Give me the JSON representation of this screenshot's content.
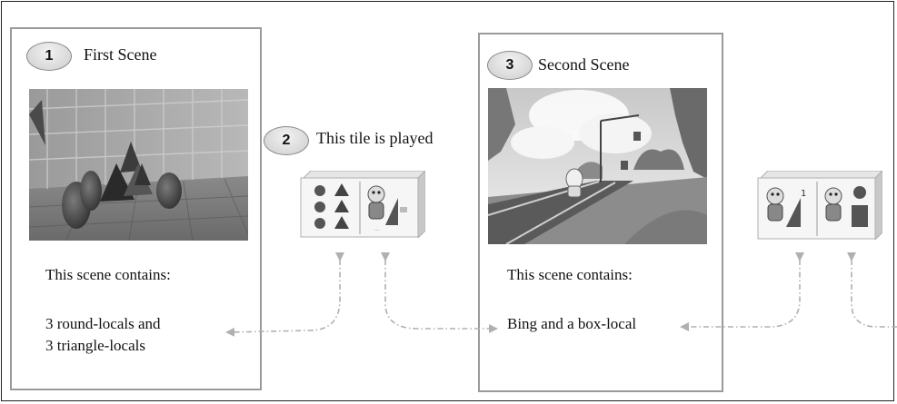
{
  "scene1": {
    "badge": "1",
    "title": "First Scene",
    "contains_label": "This scene contains:",
    "content_line1": "3 round-locals and",
    "content_line2": "3 triangle-locals"
  },
  "tile_step": {
    "badge": "2",
    "caption": "This tile is played"
  },
  "scene2": {
    "badge": "3",
    "title": "Second Scene",
    "contains_label": "This scene contains:",
    "content": "Bing and a box-local"
  },
  "icons": {
    "tile1_left": [
      "circle-icon",
      "triangle-icon"
    ],
    "tile1_right": "bing-character-icon",
    "tile2_left": "bing-character-icon",
    "tile2_right": [
      "bing-character-icon",
      "circle-icon",
      "box-icon"
    ]
  },
  "colors": {
    "frame": "#222222",
    "panel_border": "#9a9a9a",
    "arrow": "#b0b0b0"
  }
}
